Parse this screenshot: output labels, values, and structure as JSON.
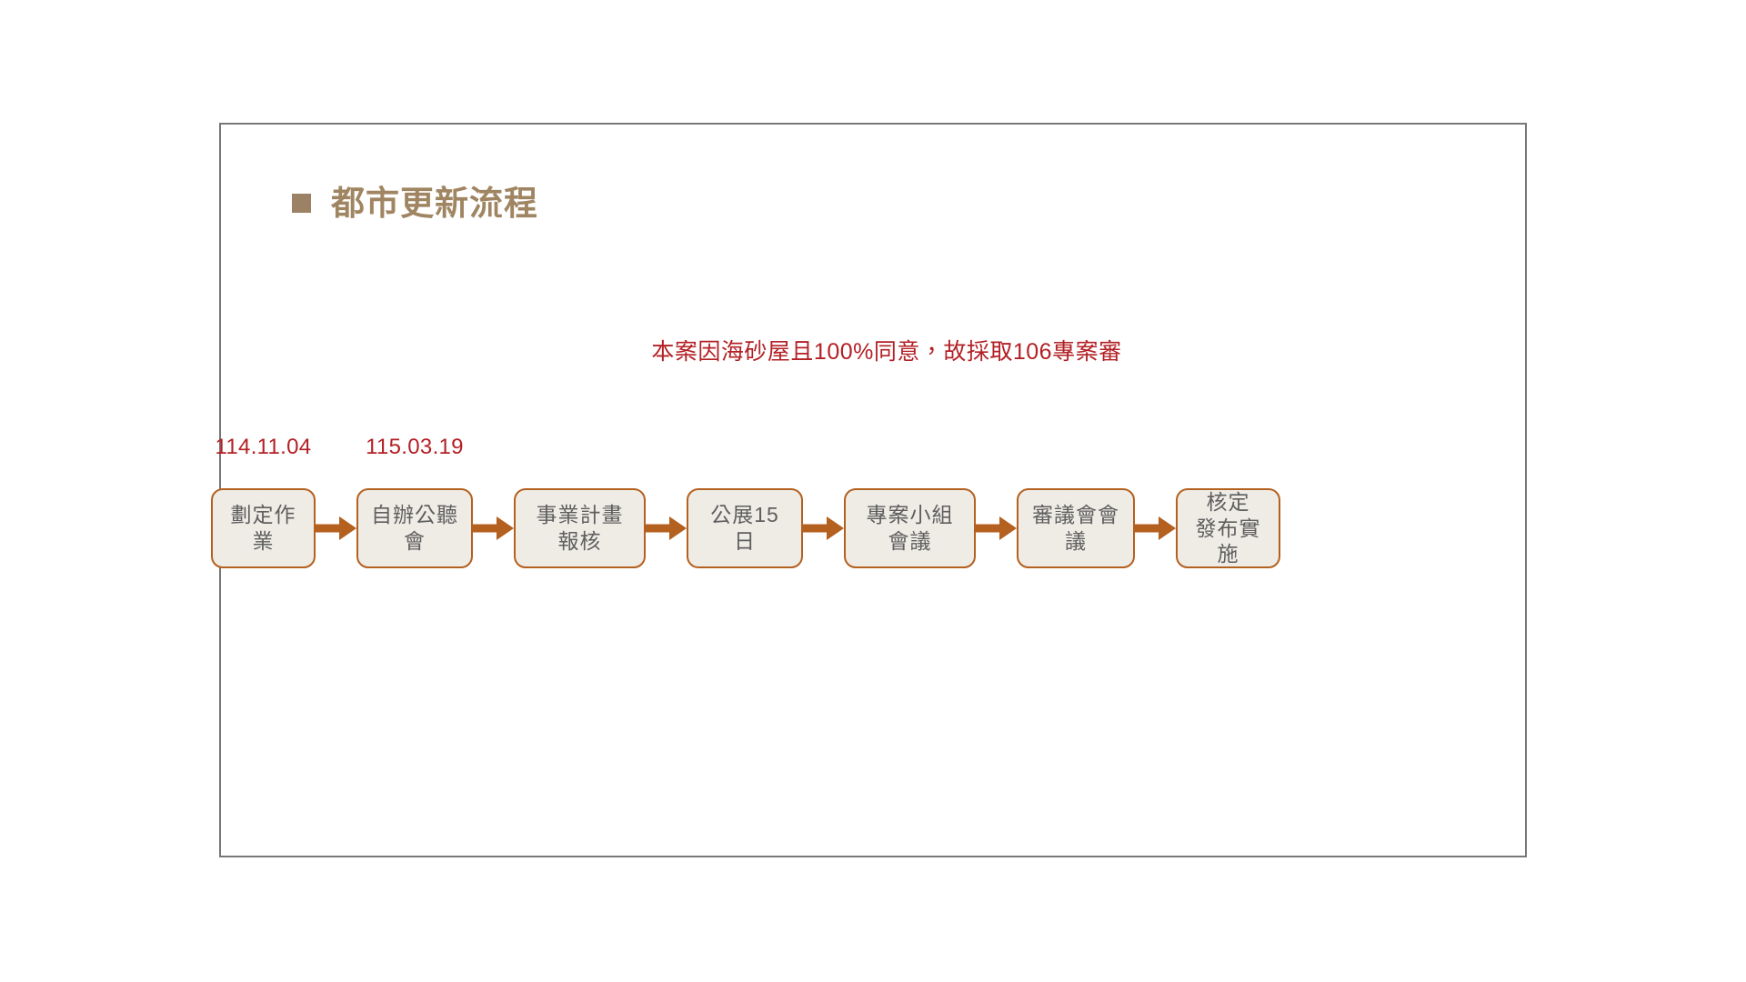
{
  "slide": {
    "title": "都市更新流程",
    "bullet_icon": "square-bullet-icon",
    "title_color": "#a08562",
    "frame_border_color": "#777777",
    "background_color": "#ffffff"
  },
  "annotation": {
    "text": "本案因海砂屋且100%同意，故採取106專案審",
    "color": "#b32025"
  },
  "flow": {
    "accent_color": "#b4601f",
    "box_fill_color": "#efece6",
    "box_text_color": "#5f5f5f",
    "date_color": "#b32025",
    "arrow_icon": "right-arrow-icon",
    "steps": [
      {
        "label": "劃定作業",
        "date": "114.11.04"
      },
      {
        "label": "自辦公聽會",
        "date": "115.03.19"
      },
      {
        "label": "事業計畫報核",
        "date": ""
      },
      {
        "label": "公展15日",
        "date": ""
      },
      {
        "label": "專案小組會議",
        "date": ""
      },
      {
        "label": "審議會會議",
        "date": ""
      },
      {
        "label": "核定\n發布實施",
        "date": ""
      }
    ]
  }
}
